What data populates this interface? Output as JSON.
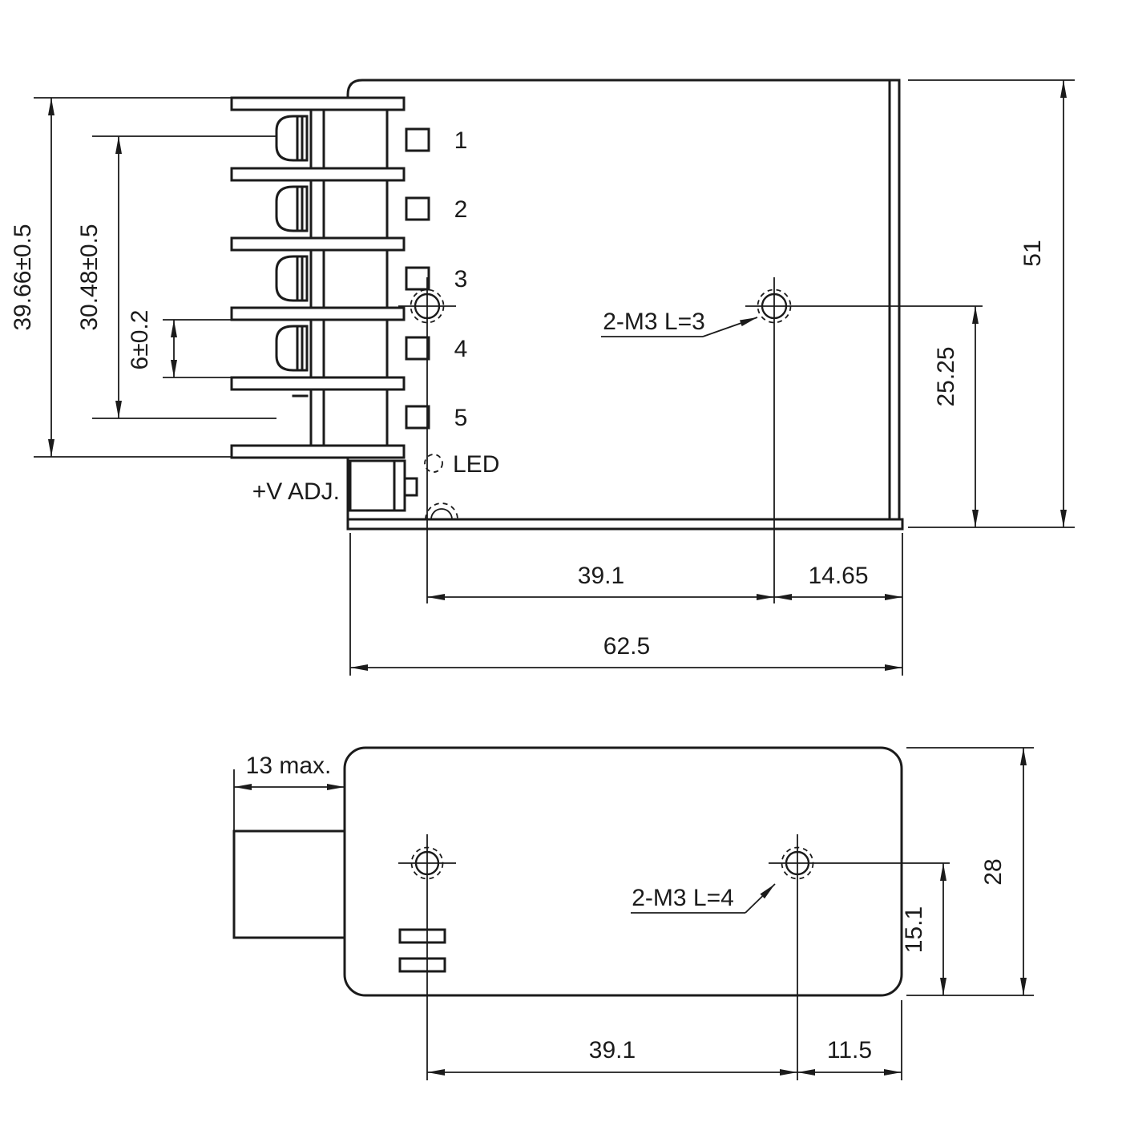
{
  "drawing": {
    "bg_color": "#ffffff",
    "line_color": "#1b1b1b",
    "top_view": {
      "terminals": [
        "1",
        "2",
        "3",
        "4",
        "5"
      ],
      "led_label": "LED",
      "vadj_label": "+V ADJ.",
      "hole_note": "2-M3 L=3",
      "dim_total_height": "39.66±0.5",
      "dim_screw_span": "30.48±0.5",
      "dim_terminal_opening": "6±0.2",
      "dim_hole_offset": "25.25",
      "dim_case_height": "51",
      "dim_hole_span": "39.1",
      "dim_hole_to_edge": "14.65",
      "dim_total_length": "62.5"
    },
    "bottom_view": {
      "hole_note": "2-M3 L=4",
      "dim_protrusion": "13 max.",
      "dim_case_width": "28",
      "dim_hole_offset": "15.1",
      "dim_hole_span": "39.1",
      "dim_hole_to_edge": "11.5"
    }
  }
}
